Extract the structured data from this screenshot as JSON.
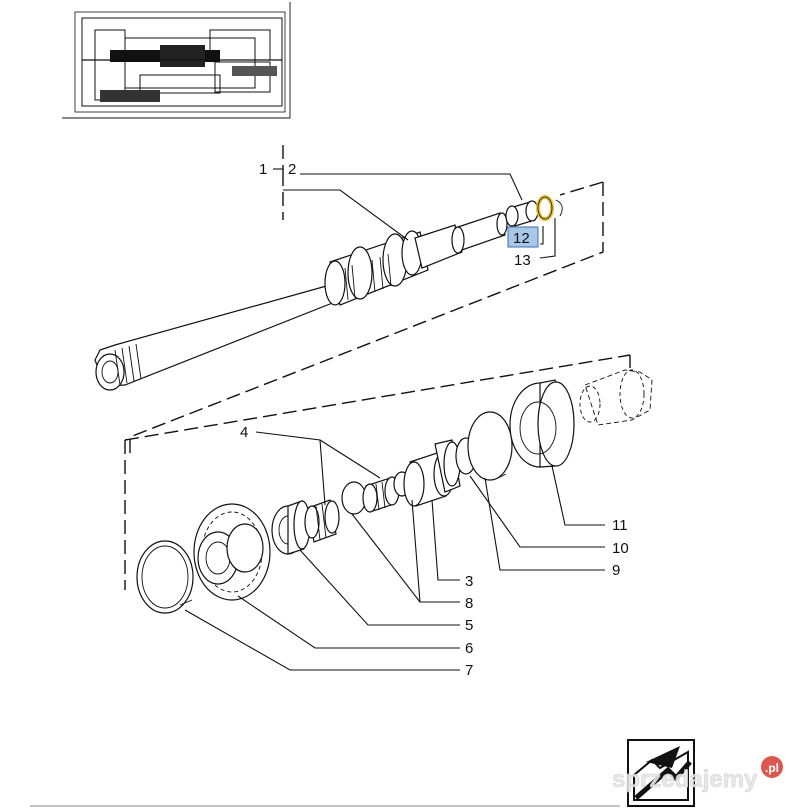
{
  "callouts": [
    {
      "id": "1",
      "label": "1"
    },
    {
      "id": "2",
      "label": "2"
    },
    {
      "id": "3",
      "label": "3"
    },
    {
      "id": "4",
      "label": "4"
    },
    {
      "id": "5",
      "label": "5"
    },
    {
      "id": "6",
      "label": "6"
    },
    {
      "id": "7",
      "label": "7"
    },
    {
      "id": "8",
      "label": "8"
    },
    {
      "id": "9",
      "label": "9"
    },
    {
      "id": "10",
      "label": "10"
    },
    {
      "id": "11",
      "label": "11"
    },
    {
      "id": "12",
      "label": "12",
      "highlighted": true
    },
    {
      "id": "13",
      "label": "13"
    }
  ],
  "watermark": {
    "brand": "sprzedajemy",
    "tld": ".pl"
  },
  "colors": {
    "highlight_fill": "#a9c7e6",
    "highlight_border": "#3a6fb0",
    "ring_highlight": "#e3c23a"
  },
  "icons": {
    "next_page": "arrow-next-icon"
  }
}
